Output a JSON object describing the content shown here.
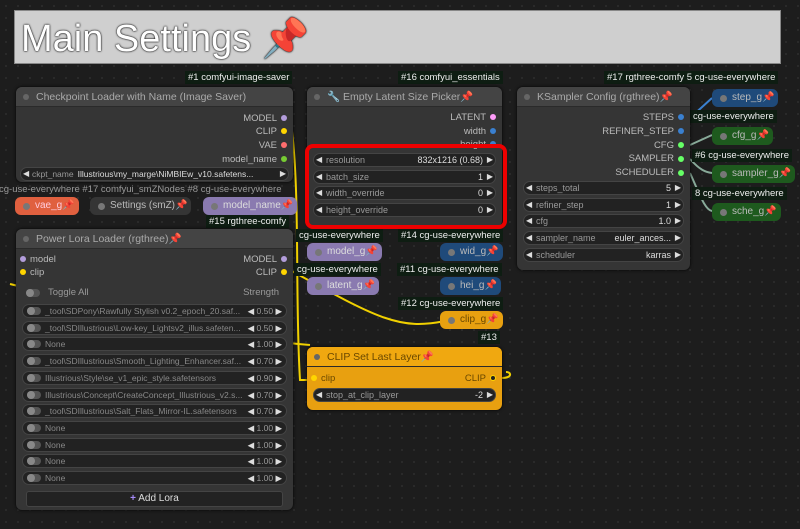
{
  "banner": {
    "title": "Main Settings 📌"
  },
  "labels": {
    "l1": "#1 comfyui-image-saver",
    "l16": "#16 comfyui_essentials",
    "l17": "#17 rgthree-comfy 5 cg-use-everywhere",
    "lhidden": "cg-use-everywhere #17 comfyui_smZNodes #8 cg-use-everywhere",
    "l15": "#15 rgthree-comfy",
    "lcg1": "cg-use-everywhere",
    "l14": "#14 cg-use-everywhere",
    "lcg2": "cg-use-everywhere",
    "l11": "#11 cg-use-everywhere",
    "l12": "#12 cg-use-everywhere",
    "l13": "#13",
    "lr1": "cg-use-everywhere",
    "lr6": "#6 cg-use-everywhere",
    "lr8": "8 cg-use-everywhere"
  },
  "checkpoint": {
    "title": "Checkpoint Loader with Name (Image Saver)",
    "outputs": [
      "MODEL",
      "CLIP",
      "VAE",
      "model_name"
    ],
    "ckpt_label": "ckpt_name",
    "ckpt_value": "Illustrious\\my_marge\\NiMBIEw_v10.safetens..."
  },
  "mini": {
    "vae": "vae_g📌",
    "settings": "Settings (smZ)📌",
    "model_name": "model_name📌",
    "model_g": "model_g📌",
    "latent_g": "latent_g📌",
    "wid_g": "wid_g📌",
    "hei_g": "hei_g📌",
    "clip_g": "clip_g📌",
    "step_g": "step_g📌",
    "cfg_g": "cfg_g📌",
    "sampler_g": "sampler_g📌",
    "sche_g": "sche_g📌"
  },
  "lora": {
    "title": "Power Lora Loader (rgthree)📌",
    "inputs": [
      "model",
      "clip"
    ],
    "outputs": [
      "MODEL",
      "CLIP"
    ],
    "toggle_all": "Toggle All",
    "strength": "Strength",
    "add": "Add Lora",
    "rows": [
      {
        "name": "_tool\\SDPony\\Rawfully Stylish v0.2_epoch_20.saf...",
        "s": "0.50"
      },
      {
        "name": "_tool\\SDIllustrious\\Low-key_Lightsv2_illus.safeten...",
        "s": "0.50"
      },
      {
        "name": "None",
        "s": "1.00"
      },
      {
        "name": "_tool\\SDIllustrious\\Smooth_Lighting_Enhancer.saf...",
        "s": "0.70"
      },
      {
        "name": "Illustrious\\Style\\se_v1_epic_style.safetensors",
        "s": "0.90"
      },
      {
        "name": "Illustrious\\Concept\\CreateConcept_Illustrious_v2.s...",
        "s": "0.70"
      },
      {
        "name": "_tool\\SDIllustrious\\Salt_Flats_Mirror-IL.safetensors",
        "s": "0.70"
      },
      {
        "name": "None",
        "s": "1.00"
      },
      {
        "name": "None",
        "s": "1.00"
      },
      {
        "name": "None",
        "s": "1.00"
      },
      {
        "name": "None",
        "s": "1.00"
      }
    ]
  },
  "latent": {
    "title": "🔧 Empty Latent Size Picker📌",
    "outputs": [
      "LATENT",
      "width",
      "height"
    ],
    "widgets": [
      {
        "k": "resolution",
        "v": "832x1216 (0.68)"
      },
      {
        "k": "batch_size",
        "v": "1"
      },
      {
        "k": "width_override",
        "v": "0"
      },
      {
        "k": "height_override",
        "v": "0"
      }
    ]
  },
  "clipset": {
    "title": "CLIP Set Last Layer📌",
    "input": "clip",
    "output": "CLIP",
    "widget": {
      "k": "stop_at_clip_layer",
      "v": "-2"
    }
  },
  "ksampler": {
    "title": "KSampler Config (rgthree)📌",
    "outputs": [
      "STEPS",
      "REFINER_STEP",
      "CFG",
      "SAMPLER",
      "SCHEDULER"
    ],
    "widgets": [
      {
        "k": "steps_total",
        "v": "5"
      },
      {
        "k": "refiner_step",
        "v": "1"
      },
      {
        "k": "cfg",
        "v": "1.0"
      },
      {
        "k": "sampler_name",
        "v": "euler_ances..."
      },
      {
        "k": "scheduler",
        "v": "karras"
      }
    ]
  }
}
